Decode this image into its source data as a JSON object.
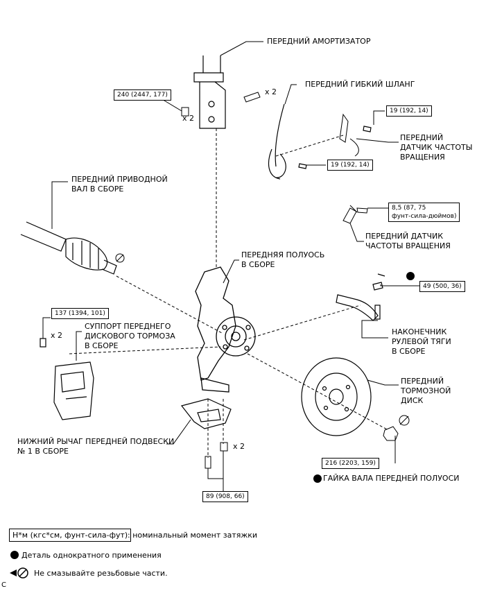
{
  "labels": {
    "front_shock_absorber": "ПЕРЕДНИЙ АМОРТИЗАТОР",
    "front_flexible_hose": "ПЕРЕДНИЙ ГИБКИЙ ШЛАНГ",
    "front_speed_sensor_a": "ПЕРЕДНИЙ\nДАТЧИК ЧАСТОТЫ\nВРАЩЕНИЯ",
    "front_drive_shaft": "ПЕРЕДНИЙ ПРИВОДНОЙ\nВАЛ В СБОРЕ",
    "front_speed_sensor_b": "ПЕРЕДНИЙ ДАТЧИК\nЧАСТОТЫ ВРАЩЕНИЯ",
    "front_axle_hub": "ПЕРЕДНЯЯ ПОЛУОСЬ\nВ СБОРЕ",
    "brake_caliper": "СУППОРТ ПЕРЕДНЕГО\nДИСКОВОГО ТОРМОЗА\nВ СБОРЕ",
    "tie_rod_end": "НАКОНЕЧНИК\nРУЛЕВОЙ ТЯГИ\nВ СБОРЕ",
    "brake_disc": "ПЕРЕДНИЙ\nТОРМОЗНОЙ\nДИСК",
    "lower_arm": "НИЖНИЙ РЫЧАГ ПЕРЕДНЕЙ ПОДВЕСКИ\n№ 1 В СБОРЕ",
    "axle_nut": "ГАЙКА ВАЛА ПЕРЕДНЕЙ ПОЛУОСИ"
  },
  "torques": {
    "shock_bolts": "240 (2447, 177)",
    "hose_bracket_1": "19 (192, 14)",
    "hose_bracket_2": "19 (192, 14)",
    "sensor_bolt": "8,5 (87, 75\nфунт-сила-дюймов)",
    "tie_rod_nut": "49 (500, 36)",
    "caliper_bolts": "137 (1394, 101)",
    "axle_nut": "216 (2203, 159)",
    "lower_arm_bolts": "89 (908, 66)"
  },
  "quantities": {
    "shock_bolts": "x 2",
    "shock_nuts": "x 2",
    "caliper_bolts": "x 2",
    "lower_arm_nuts": "x 2"
  },
  "legend": {
    "torque_unit": "Н*м (кгс*см, фунт-сила-фут)",
    "torque_desc": ": номинальный момент затяжки",
    "non_reusable": "Деталь однократного применения",
    "no_grease": "Не смазывайте резьбовые части."
  },
  "corner_mark": "C",
  "colors": {
    "line": "#000000",
    "background": "#ffffff"
  }
}
